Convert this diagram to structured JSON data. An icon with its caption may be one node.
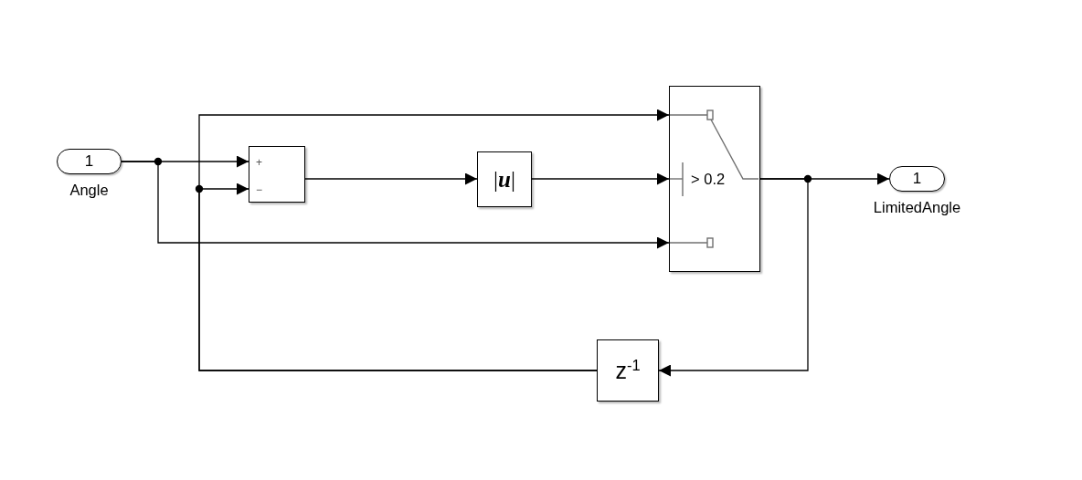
{
  "diagram": {
    "nodes": [
      {
        "text": [
          "1"
        ],
        "beside": [
          "Angle"
        ]
      },
      {
        "text": [
          "+",
          "−"
        ]
      },
      {
        "text": [
          "|*u*|"
        ]
      },
      {
        "text": [
          "> 0.2"
        ]
      },
      {
        "text": [
          "1"
        ],
        "beside": [
          "LimitedAngle"
        ]
      },
      {
        "text": [
          "z$^{-1}$"
        ]
      }
    ],
    "edges": [
      {
        "from": 0,
        "to": 1,
        "arrow": "to"
      },
      {
        "from": 0,
        "to": 3,
        "arrow": "to"
      },
      {
        "from": 5,
        "to": 3,
        "arrow": "to"
      },
      {
        "from": 5,
        "to": 1,
        "arrow": "to"
      },
      {
        "from": 1,
        "to": 2,
        "arrow": "to"
      },
      {
        "from": 2,
        "to": 3,
        "arrow": "to"
      },
      {
        "from": 3,
        "to": 4,
        "arrow": "to"
      },
      {
        "from": 3,
        "to": 5,
        "arrow": "to"
      }
    ]
  }
}
